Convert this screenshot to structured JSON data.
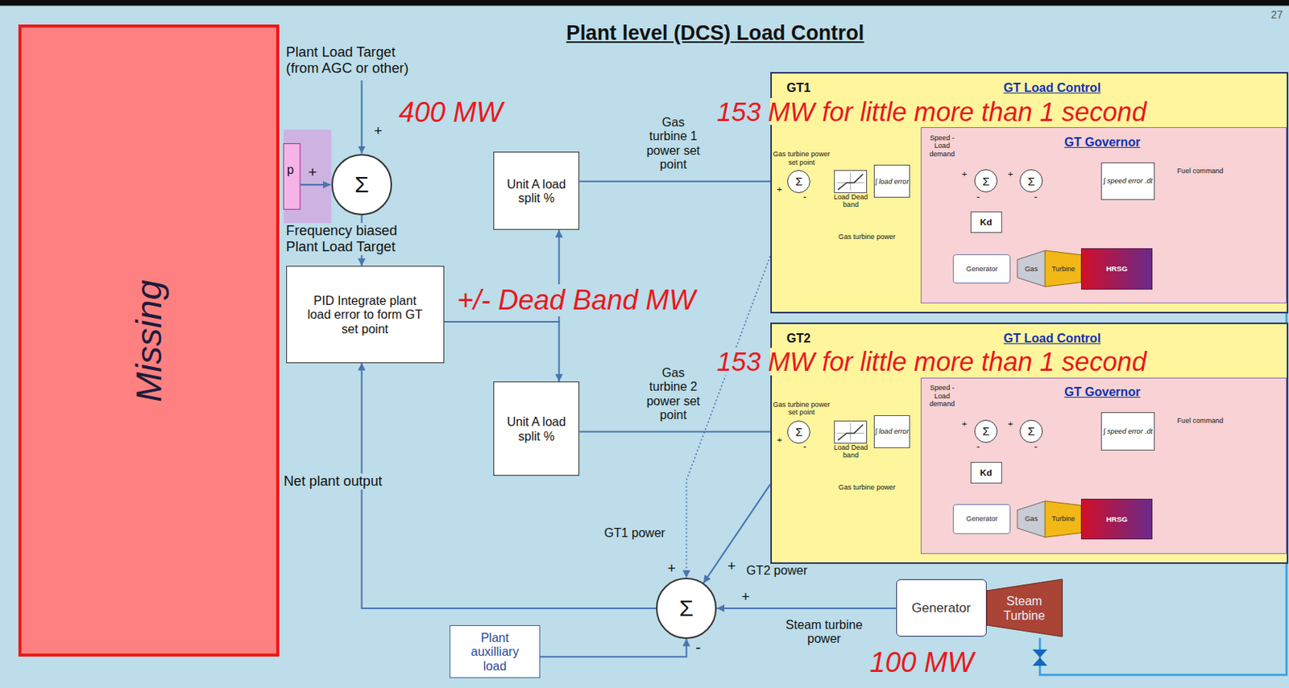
{
  "diagram": {
    "title": "Plant level (DCS) Load Control",
    "nodes": [
      {
        "text": [
          "Missing"
        ]
      },
      {
        "text": [
          "Σ"
        ]
      },
      {
        "text": [
          "PID Integrate plant load error to form GT set point"
        ]
      },
      {
        "text": [
          "Unit A load split %"
        ]
      },
      {
        "text": [
          "Unit A load split %"
        ]
      },
      {
        "text": [
          "GT1",
          "GT Load Control"
        ]
      },
      {
        "text": [
          "GT Governor"
        ],
        "in": 5
      },
      {
        "text": [
          "Σ"
        ],
        "in": 5
      },
      {
        "text": [
          "Load Dead band"
        ],
        "in": 5
      },
      {
        "text": [
          "∫ load error"
        ],
        "in": 5
      },
      {
        "text": [
          "Σ"
        ],
        "in": 6
      },
      {
        "text": [
          "Σ"
        ],
        "in": 6
      },
      {
        "text": [
          "∫ speed error .dt"
        ],
        "in": 6
      },
      {
        "text": [
          "Kd"
        ],
        "in": 6
      },
      {
        "text": [
          "Generator"
        ],
        "in": 6
      },
      {
        "text": [
          "Gas"
        ],
        "in": 6
      },
      {
        "text": [
          "Turbine"
        ],
        "in": 6
      },
      {
        "text": [
          "HRSG"
        ],
        "in": 6
      },
      {
        "text": [
          "GT2",
          "GT Load Control"
        ]
      },
      {
        "text": [
          "GT Governor"
        ],
        "in": 18
      },
      {
        "text": [
          "Σ"
        ],
        "in": 18
      },
      {
        "text": [
          "Load Dead band"
        ],
        "in": 18
      },
      {
        "text": [
          "∫ load error"
        ],
        "in": 18
      },
      {
        "text": [
          "Σ"
        ],
        "in": 19
      },
      {
        "text": [
          "Σ"
        ],
        "in": 19
      },
      {
        "text": [
          "∫ speed error .dt"
        ],
        "in": 19
      },
      {
        "text": [
          "Kd"
        ],
        "in": 19
      },
      {
        "text": [
          "Generator"
        ],
        "in": 19
      },
      {
        "text": [
          "Gas"
        ],
        "in": 19
      },
      {
        "text": [
          "Turbine"
        ],
        "in": 19
      },
      {
        "text": [
          "HRSG"
        ],
        "in": 19
      },
      {
        "text": [
          "Σ"
        ]
      },
      {
        "text": [
          "Plant auxilliary load"
        ]
      },
      {
        "text": [
          "Generator"
        ]
      },
      {
        "text": [
          "Steam Turbine"
        ]
      }
    ],
    "edges": [
      {
        "from": 1,
        "to": 2,
        "arrow": "to"
      },
      {
        "from": 2,
        "to": 3,
        "arrow": "to"
      },
      {
        "from": 2,
        "to": 4,
        "arrow": "to"
      },
      {
        "from": 3,
        "to": 7,
        "arrow": "to"
      },
      {
        "from": 4,
        "to": 20,
        "arrow": "to"
      },
      {
        "from": 31,
        "to": 2,
        "arrow": "to"
      },
      {
        "from": 5,
        "to": 31,
        "arrow": "to"
      },
      {
        "from": 18,
        "to": 31,
        "arrow": "to"
      },
      {
        "from": 33,
        "to": 31,
        "arrow": "to"
      },
      {
        "from": 32,
        "to": 31,
        "arrow": "to"
      },
      {
        "from": 7,
        "to": 8,
        "arrow": "to"
      },
      {
        "from": 8,
        "to": 9,
        "arrow": "to"
      },
      {
        "from": 9,
        "to": 10,
        "arrow": "to"
      },
      {
        "from": 10,
        "to": 11,
        "arrow": "to"
      },
      {
        "from": 11,
        "to": 12,
        "arrow": "to"
      },
      {
        "from": 13,
        "to": 10,
        "arrow": "to"
      },
      {
        "from": 14,
        "to": 13,
        "arrow": "to"
      },
      {
        "from": 12,
        "to": 16,
        "arrow": "to"
      },
      {
        "from": 14,
        "to": 7,
        "arrow": "to"
      },
      {
        "from": 14,
        "to": 15,
        "arrow": "none"
      },
      {
        "from": 20,
        "to": 21,
        "arrow": "to"
      },
      {
        "from": 21,
        "to": 22,
        "arrow": "to"
      },
      {
        "from": 22,
        "to": 23,
        "arrow": "to"
      },
      {
        "from": 23,
        "to": 24,
        "arrow": "to"
      },
      {
        "from": 24,
        "to": 25,
        "arrow": "to"
      },
      {
        "from": 26,
        "to": 23,
        "arrow": "to"
      },
      {
        "from": 27,
        "to": 26,
        "arrow": "to"
      },
      {
        "from": 25,
        "to": 29,
        "arrow": "to"
      },
      {
        "from": 27,
        "to": 20,
        "arrow": "to"
      },
      {
        "from": 27,
        "to": 28,
        "arrow": "none"
      }
    ],
    "labels": [
      "Plant Load Target (from AGC or other)",
      "+",
      "400 MW",
      "p",
      "+",
      "Frequency biased Plant Load Target",
      "153 MW for little more than 1 second",
      "+/- Dead Band MW",
      "Gas turbine 1 power set point",
      "Gas turbine power set point",
      "+",
      "-",
      "Speed - Load demand",
      "+",
      "-",
      "+",
      "-",
      "Fuel command",
      "Gas turbine power",
      "153 MW for little more than 1 second",
      "Gas turbine 2 power set point",
      "Gas turbine power set point",
      "+",
      "-",
      "Speed - Load demand",
      "+",
      "-",
      "+",
      "-",
      "Fuel command",
      "Gas turbine power",
      "Net plant output",
      "GT1 power",
      "+",
      "+",
      "GT2 power",
      "+",
      "-",
      "Steam turbine power",
      "100 MW",
      "27"
    ]
  }
}
